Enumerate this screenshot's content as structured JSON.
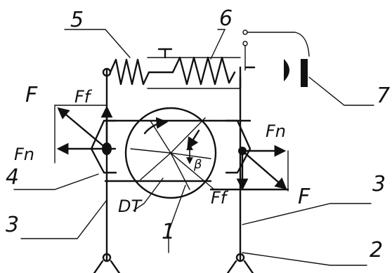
{
  "labels": {
    "F_left": "F",
    "Ff_left": "Ff",
    "Fn_left": "Fn",
    "Fn_right": "Fn",
    "F_right": "F",
    "Ff_right": "Ff",
    "n4": "4",
    "n5": "5",
    "n6": "6",
    "n7": "7",
    "n3_left": "3",
    "n3_right": "3",
    "n2": "2",
    "n1": "1",
    "DT": "DT",
    "beta": "β"
  }
}
